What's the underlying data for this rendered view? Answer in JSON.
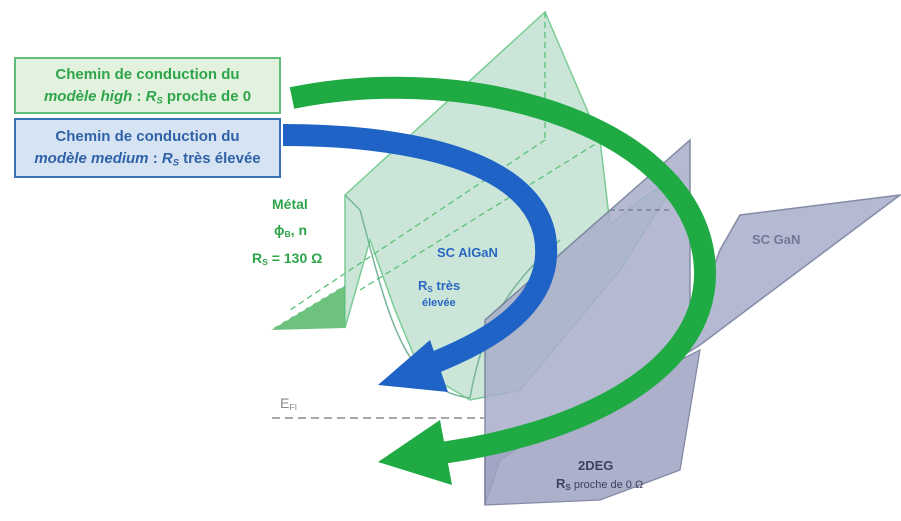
{
  "box_high": {
    "line1": "Chemin de conduction du",
    "line2_em": "modèle high",
    "line2_rest": " proche de 0",
    "rs_symbol": "R",
    "rs_sub": "S"
  },
  "box_medium": {
    "line1": "Chemin de conduction du",
    "line2_em": "modèle medium",
    "line2_rest": " très élevée",
    "rs_symbol": "R",
    "rs_sub": "S"
  },
  "metal": {
    "title": "Métal",
    "phi": "ϕ",
    "phi_sub": "B",
    "phi_rest": ", n",
    "rs_symbol": "R",
    "rs_sub": "S",
    "rs_value": " = 130 Ω"
  },
  "algan": {
    "label": "SC AlGaN"
  },
  "gan": {
    "label": "SC GaN"
  },
  "rs_high_label": {
    "rs_symbol": "R",
    "rs_sub": "S",
    "line1_rest": " très",
    "line2": "élevée"
  },
  "efi": {
    "symbol": "E",
    "sub": "FI"
  },
  "twodeg": {
    "label": "2DEG",
    "rs_symbol": "R",
    "rs_sub": "S",
    "rs_rest": " proche de 0 Ω"
  },
  "colors": {
    "green": "#2ea54a",
    "arrow_green": "#1faa44",
    "blue": "#1f63c7",
    "algan_fill": "#bfe0cf",
    "gan_fill": "#a9aecb",
    "metal_fill": "#5dbb6f"
  }
}
